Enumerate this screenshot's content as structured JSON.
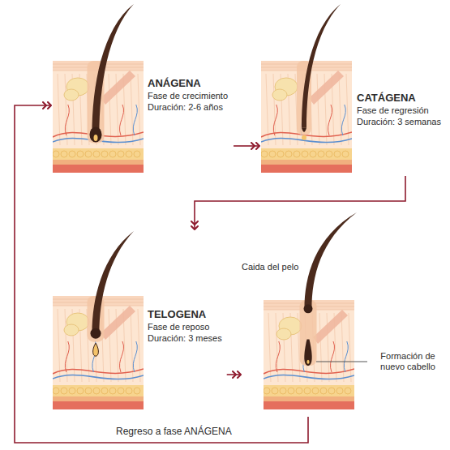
{
  "diagram": {
    "nodes": [
      {
        "text": [
          "ANÁGENA",
          "Fase de crecimiento",
          "Duración: 2-6 años"
        ]
      },
      {
        "text": [
          "CATÁGENA",
          "Fase de regresión",
          "Duración: 3 semanas"
        ]
      },
      {
        "text": [
          "TELOGENA",
          "Fase de reposo",
          "Duración: 3 meses"
        ]
      },
      {
        "text": [
          "Caida del pelo"
        ]
      }
    ],
    "edges": [
      {
        "from": 0,
        "to": 1,
        "arrow": "to"
      },
      {
        "from": 1,
        "to": 2,
        "arrow": "to"
      },
      {
        "from": 2,
        "to": 3,
        "arrow": "to"
      },
      {
        "from": 3,
        "to": 0,
        "arrow": "to",
        "label": "Regreso a fase ANÁGENA"
      }
    ],
    "labels": [
      "Formación de nuevo cabello"
    ]
  }
}
